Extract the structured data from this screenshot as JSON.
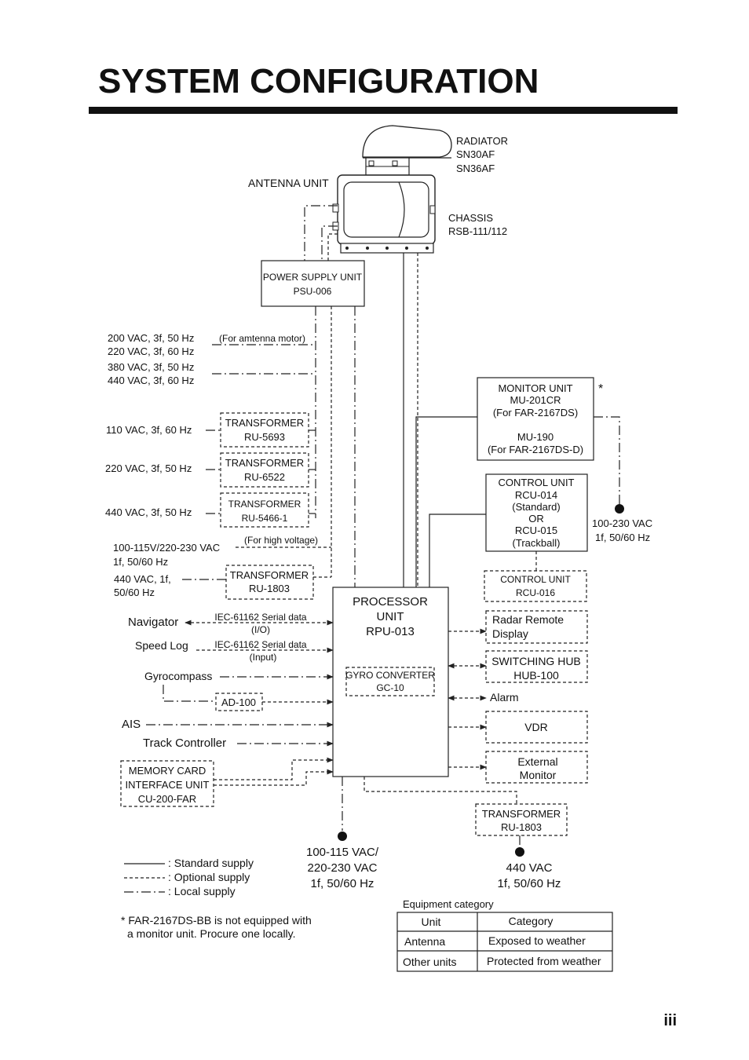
{
  "page_title": "SYSTEM CONFIGURATION",
  "page_number": "iii",
  "antenna": {
    "unit_label": "ANTENNA UNIT",
    "radiator": [
      "RADIATOR",
      "SN30AF",
      "SN36AF"
    ],
    "chassis": [
      "CHASSIS",
      "RSB-111/112"
    ]
  },
  "psu": [
    "POWER SUPPLY UNIT",
    "PSU-006"
  ],
  "power_inputs": {
    "a_line1": "200 VAC, 3f, 50 Hz",
    "a_line2": "220 VAC, 3f, 60 Hz",
    "a_note": "(For amtenna motor)",
    "b_line1": "380 VAC, 3f, 50 Hz",
    "b_line2": "440 VAC, 3f, 60 Hz",
    "t1_input": "110 VAC, 3f, 60 Hz",
    "t1": [
      "TRANSFORMER",
      "RU-5693"
    ],
    "t2_input": "220 VAC, 3f, 50 Hz",
    "t2": [
      "TRANSFORMER",
      "RU-6522"
    ],
    "t3_input": "440 VAC, 3f, 50 Hz",
    "t3": [
      "TRANSFORMER",
      "RU-5466-1"
    ],
    "hv_note": "(For high voltage)",
    "hv_line1": "100-115V/220-230 VAC",
    "hv_line2": "1f, 50/60 Hz",
    "t4_input1": "440 VAC, 1f,",
    "t4_input2": "50/60 Hz",
    "t4": [
      "TRANSFORMER",
      "RU-1803"
    ]
  },
  "monitor": {
    "lines": [
      "MONITOR UNIT",
      "MU-201CR",
      "(For FAR-2167DS)",
      "MU-190",
      "(For FAR-2167DS-D)"
    ],
    "asterisk": "*",
    "supply": [
      "100-230 VAC",
      "1f, 50/60 Hz"
    ]
  },
  "control": {
    "lines": [
      "CONTROL UNIT",
      "RCU-014",
      "(Standard)",
      "OR",
      "RCU-015",
      "(Trackball)"
    ],
    "rcu016": [
      "CONTROL UNIT",
      "RCU-016"
    ]
  },
  "processor": {
    "lines": [
      "PROCESSOR",
      "UNIT",
      "RPU-013"
    ],
    "gyro_converter": [
      "GYRO CONVERTER",
      "GC-10"
    ]
  },
  "inputs": {
    "navigator": "Navigator",
    "navigator_note": [
      "IEC-61162 Serial data",
      "(I/O)"
    ],
    "speed_log": "Speed Log",
    "speed_log_note": [
      "IEC-61162 Serial data",
      "(Input)"
    ],
    "gyrocompass": "Gyrocompass",
    "ad100": "AD-100",
    "ais": "AIS",
    "track_controller": "Track Controller",
    "memory_card": [
      "MEMORY CARD",
      "INTERFACE UNIT",
      "CU-200-FAR"
    ]
  },
  "outputs": {
    "radar_remote": [
      "Radar Remote",
      "Display"
    ],
    "switching_hub": [
      "SWITCHING HUB",
      "HUB-100"
    ],
    "alarm": "Alarm",
    "vdr": "VDR",
    "external_monitor": [
      "External",
      "Monitor"
    ],
    "transformer": [
      "TRANSFORMER",
      "RU-1803"
    ]
  },
  "bottom_supplies": {
    "processor": [
      "100-115 VAC/",
      "220-230 VAC",
      "1f, 50/60 Hz"
    ],
    "transformer": [
      "440 VAC",
      "1f, 50/60 Hz"
    ]
  },
  "legend": {
    "standard": ": Standard supply",
    "optional": ": Optional supply",
    "local": ": Local supply"
  },
  "footnote": [
    "* FAR-2167DS-BB is not equipped with",
    "a monitor unit. Procure one locally."
  ],
  "equipment_table": {
    "caption": "Equipment category",
    "headers": [
      "Unit",
      "Category"
    ],
    "rows": [
      [
        "Antenna",
        "Exposed to weather"
      ],
      [
        "Other units",
        "Protected from weather"
      ]
    ]
  },
  "colors": {
    "ink": "#111111",
    "background": "#ffffff"
  }
}
